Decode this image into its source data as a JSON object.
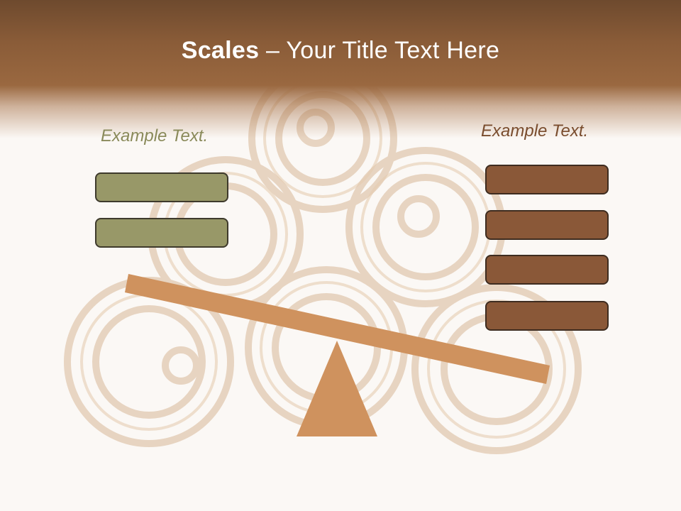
{
  "slide": {
    "title_bold": "Scales",
    "title_rest": " – Your Title Text Here",
    "left_label": "Example Text.",
    "right_label": "Example Text."
  },
  "colors": {
    "header": "#8a5c38",
    "left_boxes": "#989868",
    "right_boxes": "#8a5838",
    "beam": "#cf925e",
    "fulcrum": "#cf925e"
  },
  "left_boxes": [
    "",
    ""
  ],
  "right_boxes": [
    "",
    "",
    "",
    ""
  ],
  "icons": [
    "scale-beam",
    "triangle-fulcrum",
    "wood-shavings-background"
  ]
}
